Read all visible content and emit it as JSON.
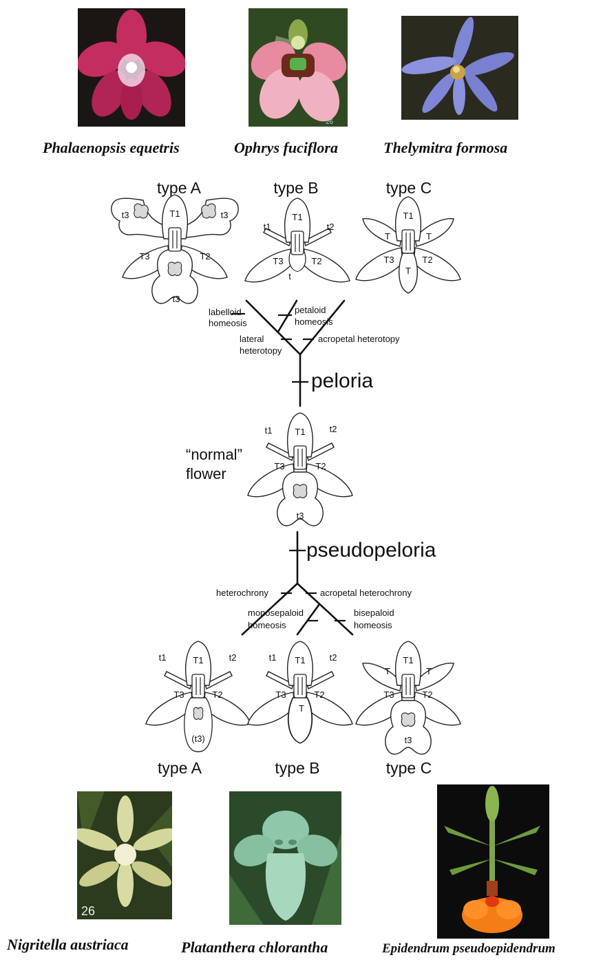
{
  "top_photos": [
    {
      "caption": "Phalaenopsis equetris",
      "colors": {
        "bg": "#1a1614",
        "flower": "#c42d5f",
        "center": "#f3d6e6"
      }
    },
    {
      "caption": "Ophrys fuciflora",
      "colors": {
        "bg": "#2f4a23",
        "flower": "#e88aa0",
        "center": "#6b2a1c"
      }
    },
    {
      "caption": "Thelymitra formosa",
      "colors": {
        "bg": "#2b2a1e",
        "flower": "#7f86d6",
        "center": "#c9a24a"
      }
    }
  ],
  "bottom_photos": [
    {
      "caption": "Nigritella austriaca",
      "number": "26",
      "colors": {
        "bg": "#2c3a1e",
        "flower": "#d9dca2",
        "center": "#f2efd2"
      }
    },
    {
      "caption": "Platanthera chlorantha",
      "colors": {
        "bg": "#2a4a2a",
        "flower": "#8ec7a9",
        "center": "#a7d8be"
      }
    },
    {
      "caption": "Epidendrum pseudoepidendrum",
      "colors": {
        "bg": "#0c0c0c",
        "flower": "#f57d16",
        "center": "#7fa64a"
      }
    }
  ],
  "diagram": {
    "top_types": [
      "type A",
      "type B",
      "type C"
    ],
    "bottom_types": [
      "type A",
      "type B",
      "type C"
    ],
    "peloria": "peloria",
    "pseudopeloria": "pseudopeloria",
    "normal_flower": [
      "“normal”",
      "flower"
    ],
    "upper_events": {
      "labelloid": [
        "labelloid",
        "homeosis"
      ],
      "petaloid": [
        "petaloid",
        "homeosis"
      ],
      "lateral": [
        "lateral",
        "heterotopy"
      ],
      "acropetal": "acropetal heterotopy"
    },
    "lower_events": {
      "heterochrony": "heterochrony",
      "acropetal": "acropetal heterochrony",
      "monosepaloid": [
        "monosepaloid",
        "homeosis"
      ],
      "bisepaloid": [
        "bisepaloid",
        "homeosis"
      ]
    },
    "organs": {
      "T1": "T1",
      "T2": "T2",
      "T3": "T3",
      "t1": "t1",
      "t2": "t2",
      "t3": "t3",
      "t3_paren": "(t3)",
      "T": "T"
    }
  }
}
